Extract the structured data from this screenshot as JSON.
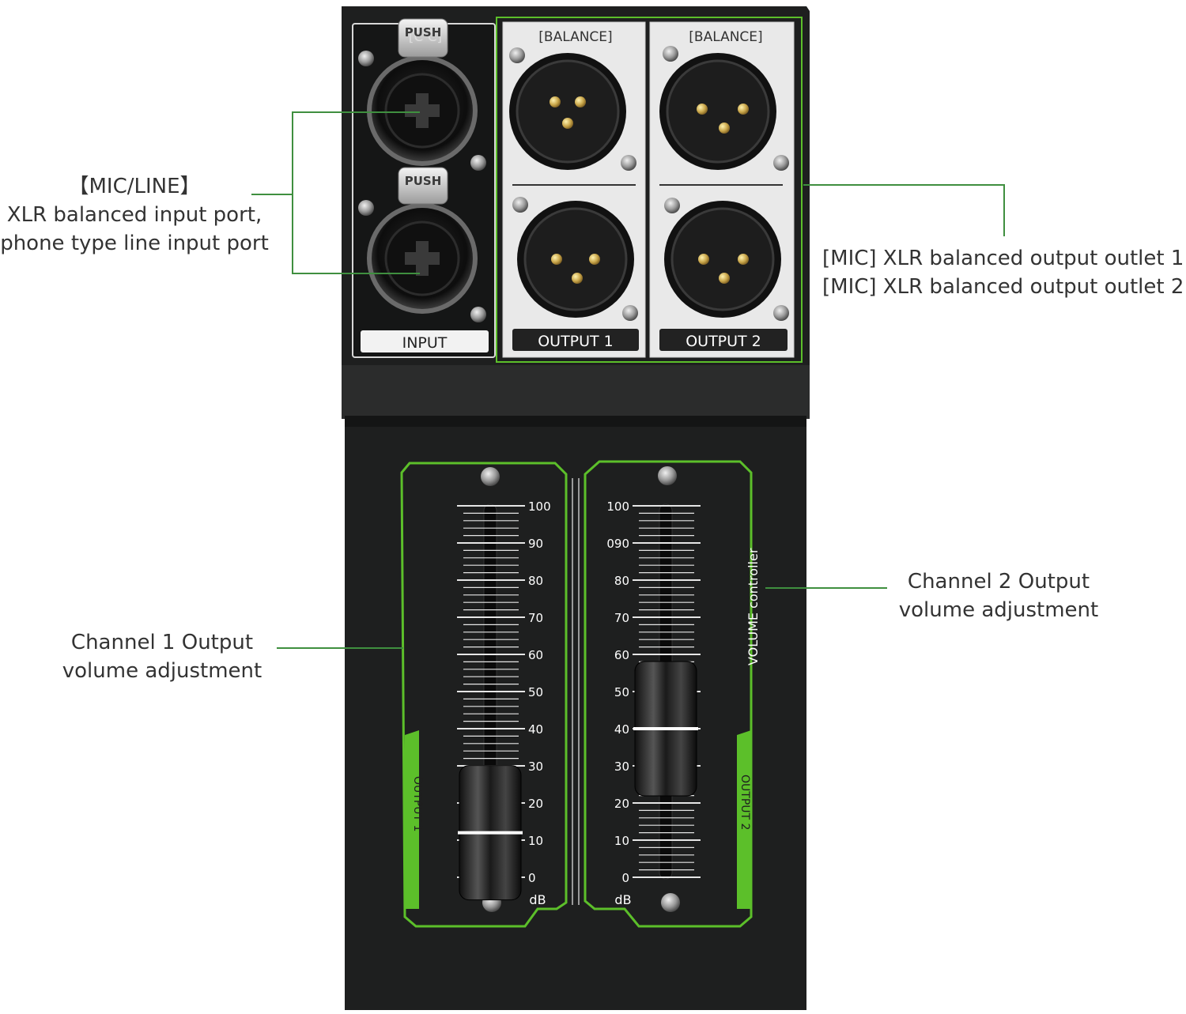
{
  "colors": {
    "accent_green": "#5cbf2a",
    "leader_line": "#3f8f3f",
    "body": "#1e1f1f",
    "panel_silver": "#e9e9e9"
  },
  "device": {
    "input_panel": {
      "header_label": "[C    C]",
      "push_tabs": [
        "PUSH",
        "PUSH"
      ],
      "footer_label": "INPUT"
    },
    "output_panels": [
      {
        "header_label": "[BALANCE]",
        "footer_label": "OUTPUT 1"
      },
      {
        "header_label": "[BALANCE]",
        "footer_label": "OUTPUT 2"
      }
    ],
    "faders": [
      {
        "scale_labels": [
          "100",
          "90",
          "80",
          "70",
          "60",
          "50",
          "40",
          "30",
          "20",
          "10",
          "0"
        ],
        "unit_label": "dB",
        "side_label": "OUTPUT 1",
        "level_percent": 12
      },
      {
        "scale_labels": [
          "100",
          "090",
          "80",
          "70",
          "60",
          "50",
          "40",
          "30",
          "20",
          "10",
          "0"
        ],
        "unit_label": "dB",
        "side_label": "OUTPUT 2",
        "level_percent": 40
      }
    ],
    "vertical_label": "VOLUME controller"
  },
  "callouts": {
    "input": {
      "lines": [
        "【MIC/LINE】",
        "XLR balanced input port,",
        "phone type line input port"
      ]
    },
    "outputs": {
      "lines": [
        "[MIC] XLR balanced output outlet 1",
        "[MIC] XLR balanced output outlet 2"
      ]
    },
    "channel1": {
      "lines": [
        "Channel 1 Output",
        "volume adjustment"
      ]
    },
    "channel2": {
      "lines": [
        "Channel 2 Output",
        "volume adjustment"
      ]
    }
  }
}
